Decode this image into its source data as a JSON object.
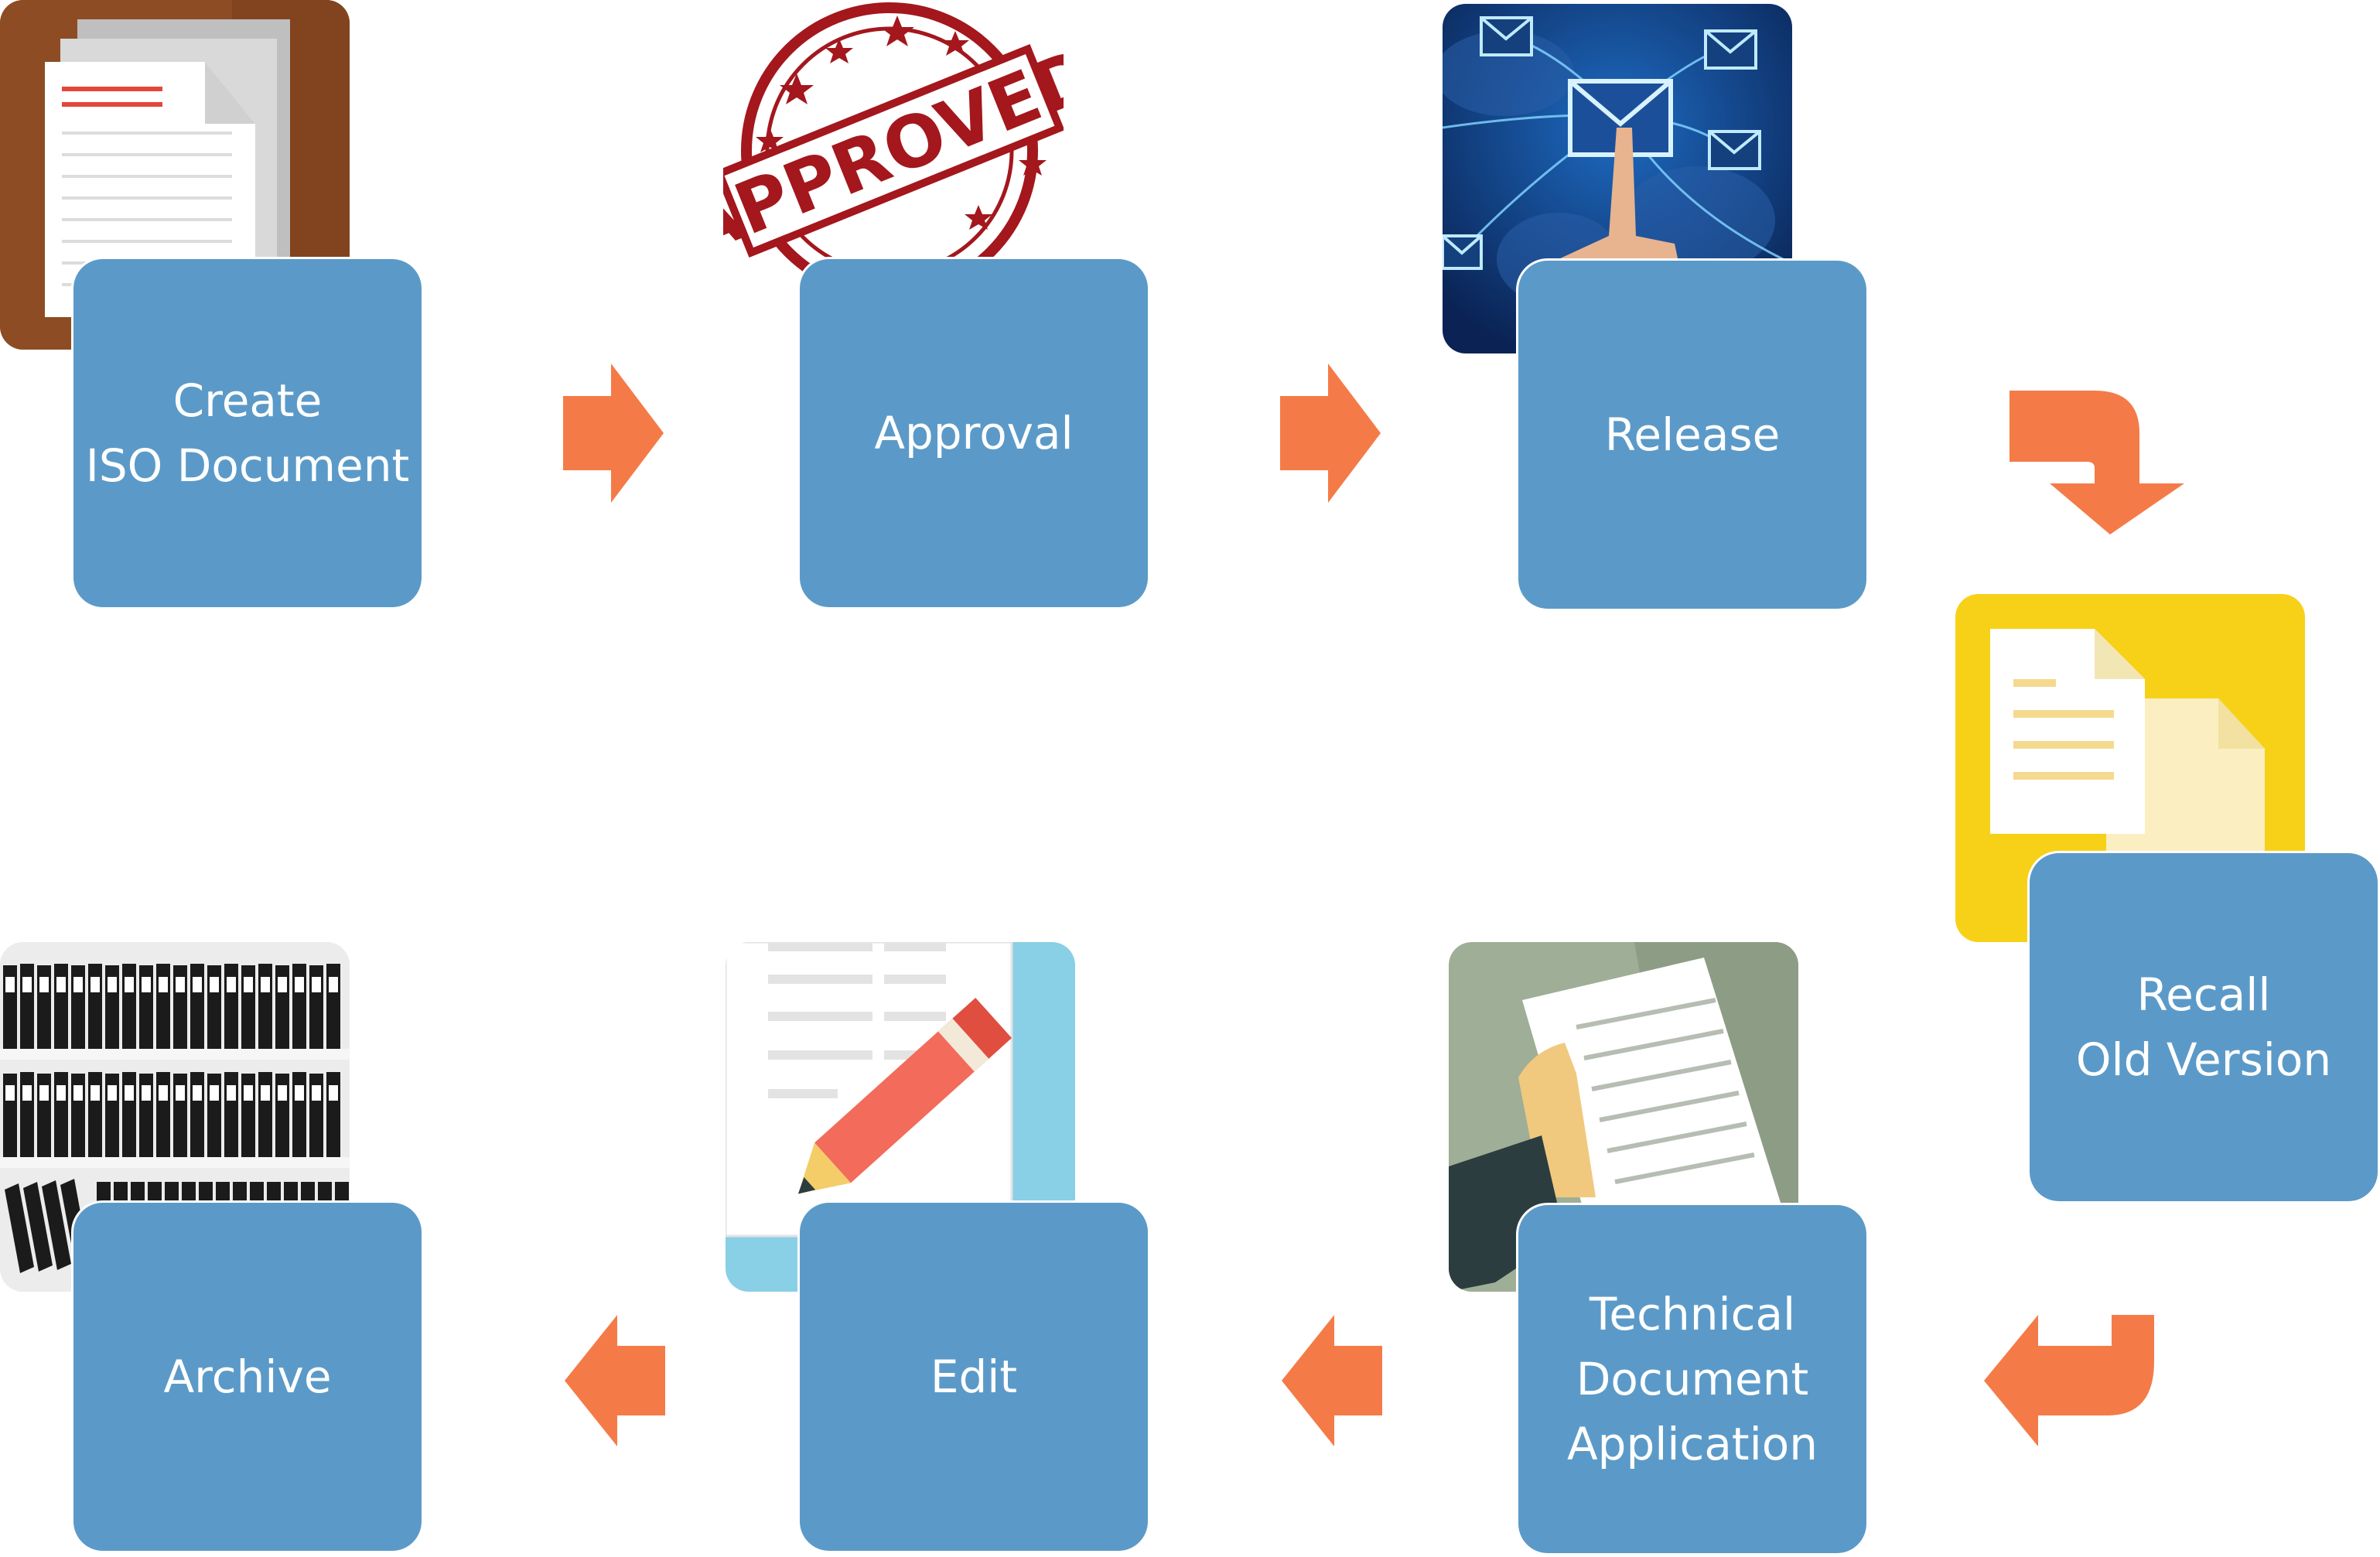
{
  "colors": {
    "stage_fill": "#5b9ac8",
    "stage_text": "#ffffff",
    "arrow": "#f47b48",
    "background": "#ffffff"
  },
  "stages": [
    {
      "id": "create",
      "label": "Create\nISO Document",
      "icon": "document-icon"
    },
    {
      "id": "approval",
      "label": "Approval",
      "icon": "approved-stamp-icon"
    },
    {
      "id": "release",
      "label": "Release",
      "icon": "email-network-icon"
    },
    {
      "id": "recall",
      "label": "Recall\nOld Version",
      "icon": "files-icon"
    },
    {
      "id": "technical",
      "label": "Technical\nDocument\nApplication",
      "icon": "hand-document-icon"
    },
    {
      "id": "edit",
      "label": "Edit",
      "icon": "pencil-edit-icon"
    },
    {
      "id": "archive",
      "label": "Archive",
      "icon": "binders-icon"
    }
  ],
  "stamp": {
    "text": "APPROVED"
  }
}
